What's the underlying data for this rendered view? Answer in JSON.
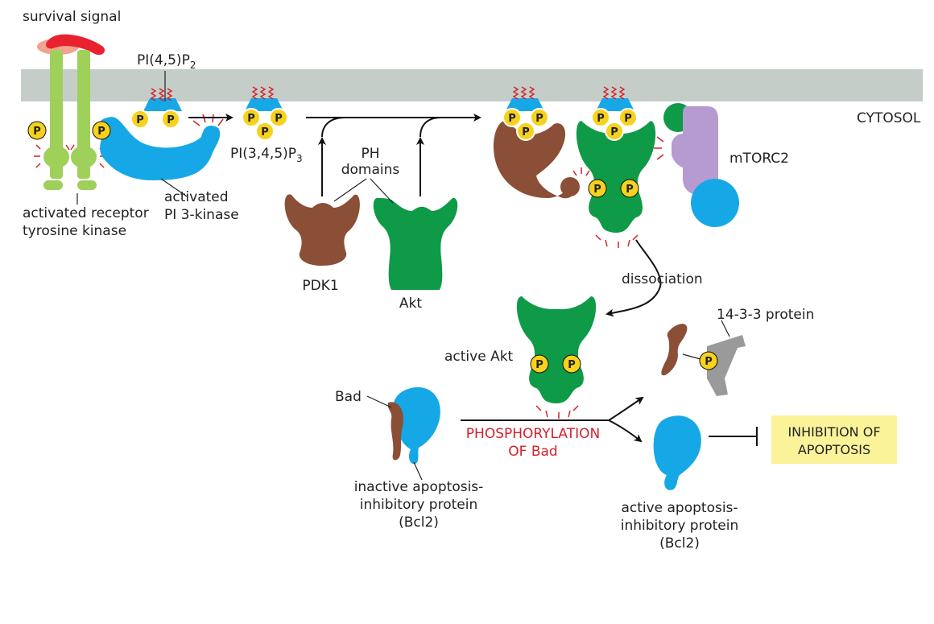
{
  "labels": {
    "survival_signal": "survival signal",
    "pi45p2_main": "PI(4,5)P",
    "pi45p2_sub": "2",
    "pi345p3_main": "PI(3,4,5)P",
    "pi345p3_sub": "3",
    "cytosol": "CYTOSOL",
    "ph_domains_1": "PH",
    "ph_domains_2": "domains",
    "activated_pi3k_1": "activated",
    "activated_pi3k_2": "PI 3-kinase",
    "activated_rtk_1": "activated receptor",
    "activated_rtk_2": "tyrosine kinase",
    "pdk1": "PDK1",
    "akt": "Akt",
    "mtorc2": "mTORC2",
    "dissociation": "dissociation",
    "active_akt": "active Akt",
    "protein_1433": "14-3-3 protein",
    "bad": "Bad",
    "phosphorylation_1": "PHOSPHORYLATION",
    "phosphorylation_2": "OF Bad",
    "inhibition_1": "INHIBITION OF",
    "inhibition_2": "APOPTOSIS",
    "inactive_bcl2_1": "inactive apoptosis-",
    "inactive_bcl2_2": "inhibitory protein",
    "inactive_bcl2_3": "(Bcl2)",
    "active_bcl2_1": "active apoptosis-",
    "active_bcl2_2": "inhibitory protein",
    "active_bcl2_3": "(Bcl2)",
    "phosphate": "P"
  },
  "colors": {
    "membrane": "#c5cdc9",
    "receptor": "#9fd05a",
    "signal": "#e8222e",
    "signal_partner": "#f2a28e",
    "pi3k": "#16a8e6",
    "pdk1": "#8b4e36",
    "akt": "#0e9a46",
    "mtorc2_purple": "#b59bd0",
    "mtorc2_blue": "#16a8e6",
    "phosphate": "#f7d21c",
    "protein_1433": "#9a9a9a",
    "bad": "#8b4e36",
    "bcl2": "#16a8e6",
    "inhibition_box": "#fbf39a",
    "sparkle": "#d4202a"
  }
}
